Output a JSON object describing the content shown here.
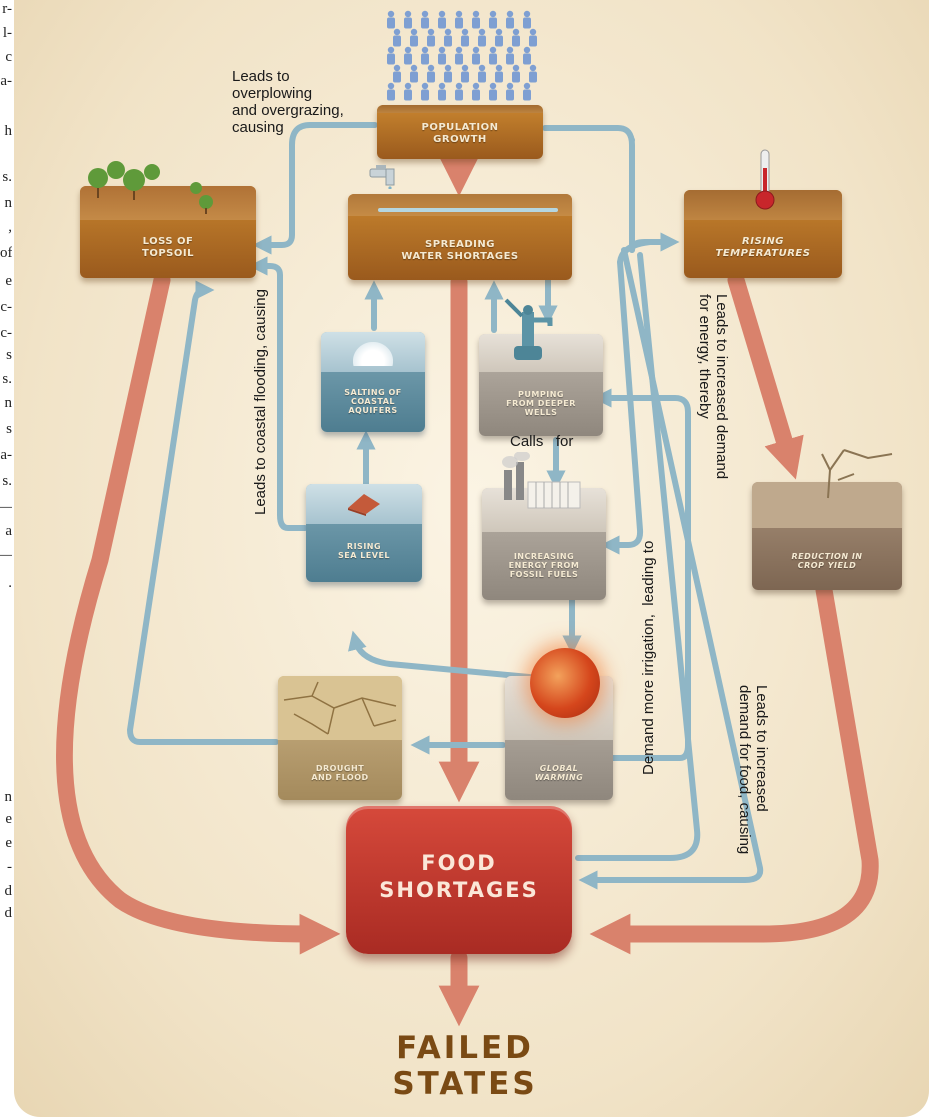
{
  "margin_text": [
    "r-",
    "l-",
    "c",
    "a-",
    "h",
    "s.",
    "n",
    ",",
    "of",
    "e",
    "c-",
    "c-",
    "s",
    "s.",
    "n",
    "s",
    "a-",
    "s.",
    "—",
    "a",
    "—",
    ".",
    "n",
    "e",
    "e",
    "-",
    "d",
    "d"
  ],
  "blocks": {
    "population": "POPULATION\nGROWTH",
    "water": "SPREADING\nWATER SHORTAGES",
    "topsoil": "LOSS OF\nTOPSOIL",
    "temperatures": "RISING\nTEMPERATURES",
    "salting": "SALTING OF\nCOASTAL\nAQUIFERS",
    "pumping": "PUMPING\nFROM DEEPER\nWELLS",
    "energy": "INCREASING\nENERGY FROM\nFOSSIL FUELS",
    "sea": "RISING\nSEA LEVEL",
    "crop": "REDUCTION IN\nCROP YIELD",
    "drought": "DROUGHT\nAND FLOOD",
    "warming": "GLOBAL\nWARMING"
  },
  "food_shortages": "FOOD\nSHORTAGES",
  "failed_states": "FAILED\nSTATES",
  "arrow_labels": {
    "overplowing": "Leads to\noverplowing\nand overgrazing,\ncausing",
    "coastal": "Leads to coastal flooding, causing",
    "calls": "Calls   for",
    "irrigation": "Demand more irrigation,  leading to",
    "energy_demand": "Leads to increased demand\nfor energy, thereby",
    "food_demand": "Leads to increased\ndemand for food, causing"
  },
  "colors": {
    "red_arrow": "#d9826c",
    "blue_arrow": "#8fb6c6",
    "soil": "#b5732a",
    "food_red": "#c23a2e",
    "failed_brown": "#7a4a14"
  }
}
